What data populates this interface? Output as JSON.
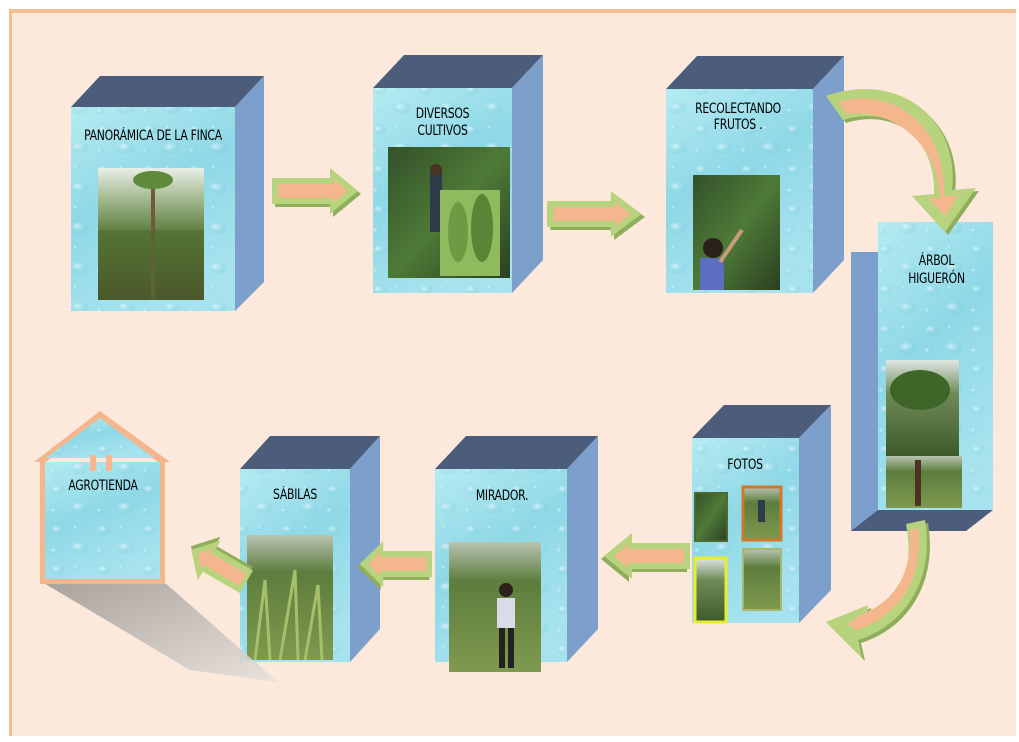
{
  "stages": {
    "panoramica": "PANORÁMICA DE LA FINCA",
    "cultivos": "DIVERSOS\nCULTIVOS",
    "frutos": "RECOLECTANDO\nFRUTOS .",
    "arbol": "ÁRBOL\nHIGUERÓN",
    "fotos": "FOTOS",
    "mirador": "MIRADOR.",
    "sabilas": "SÁBILAS",
    "agrotienda": "AGROTIENDA"
  },
  "colors": {
    "background": "#fce9dc",
    "frame_border": "#f3bf92",
    "box_top": "#4c5d7b",
    "box_side": "#7d9fcb",
    "box_front": "#9fdfe9",
    "arrow_green": "#b7d37e",
    "arrow_orange": "#f3b68d"
  }
}
